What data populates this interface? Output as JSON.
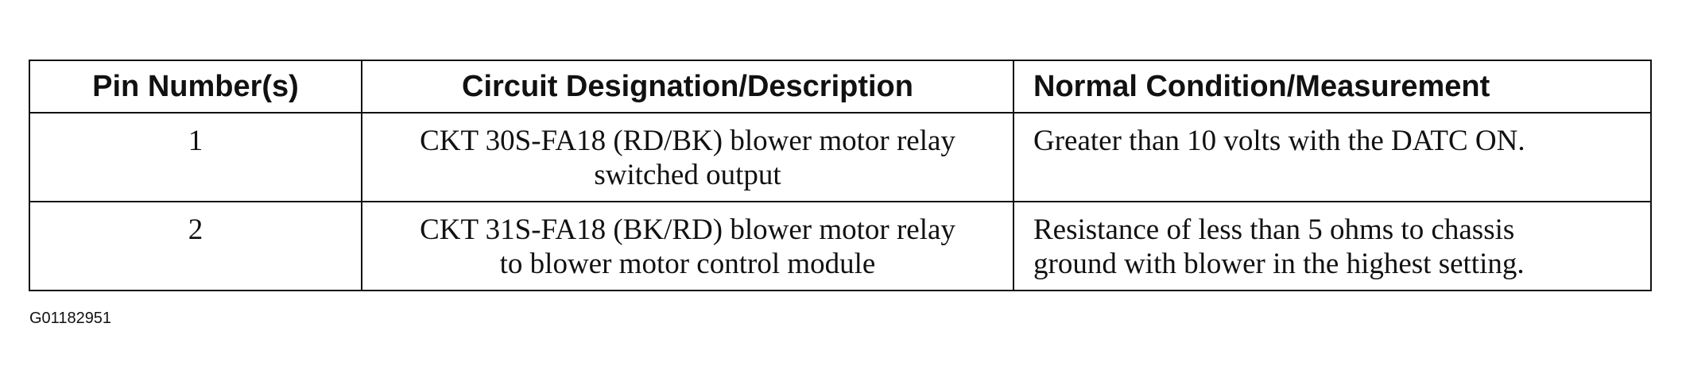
{
  "table": {
    "headers": [
      "Pin Number(s)",
      "Circuit Designation/Description",
      "Normal Condition/Measurement"
    ],
    "rows": [
      {
        "pin": "1",
        "circuit": [
          "CKT 30S-FA18 (RD/BK) blower motor relay",
          "switched output"
        ],
        "condition": [
          "Greater than 10 volts with the DATC ON."
        ]
      },
      {
        "pin": "2",
        "circuit": [
          "CKT 31S-FA18 (BK/RD) blower motor relay",
          "to blower motor control module"
        ],
        "condition": [
          "Resistance of less than 5 ohms to chassis",
          "ground with blower in the highest setting."
        ]
      }
    ]
  },
  "figure_id": "G01182951"
}
